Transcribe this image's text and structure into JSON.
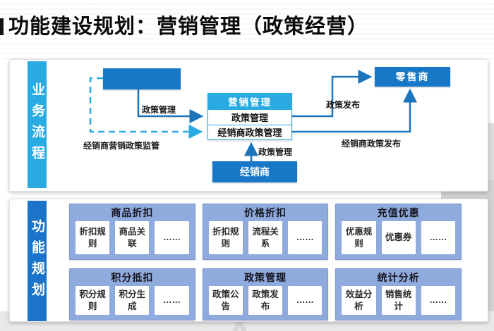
{
  "title": "功能建设规划：营销管理（政策经营）",
  "colors": {
    "accent_cyan": "#29ABE2",
    "primary_blue": "#1878C8",
    "line_blue": "#1B75BC",
    "card_periwinkle": "#8FAADC"
  },
  "flow_section": {
    "sidebar_label": "业务流程",
    "nodes": {
      "marketing_title": "营销管理",
      "marketing_row1": "政策管理",
      "marketing_row2": "经销商政策管理",
      "dealer": "经销商",
      "retailer": "零售商"
    },
    "edge_labels": {
      "policy_manage_in": "政策管理",
      "dealer_policy_supervise": "经销商营销政策监管",
      "policy_manage_up": "政策管理",
      "policy_publish": "政策发布",
      "dealer_policy_publish": "经销商政策发布"
    }
  },
  "function_section": {
    "sidebar_label": "功能规划",
    "cards": [
      {
        "title": "商品折扣",
        "items": [
          "折扣规则",
          "商品关联",
          "……"
        ]
      },
      {
        "title": "价格折扣",
        "items": [
          "折扣规则",
          "流程关系",
          "……"
        ]
      },
      {
        "title": "充值优惠",
        "items": [
          "优惠规则",
          "优惠券",
          "……"
        ]
      },
      {
        "title": "积分抵扣",
        "items": [
          "积分规则",
          "积分生成",
          "……"
        ]
      },
      {
        "title": "政策管理",
        "items": [
          "政策公告",
          "政策发布",
          "……"
        ]
      },
      {
        "title": "统计分析",
        "items": [
          "效益分析",
          "销售统计",
          "……"
        ]
      }
    ]
  }
}
